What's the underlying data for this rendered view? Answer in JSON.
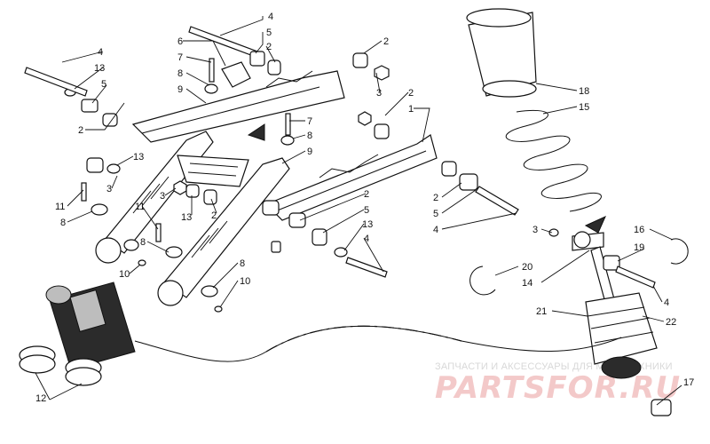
{
  "watermark": {
    "subtitle": "ЗАПЧАСТИ И АКСЕССУАРЫ ДЛЯ МОТОТЕХНИКИ",
    "brand": "PARTSFOR.RU"
  },
  "callouts": [
    {
      "id": "c-4-top",
      "text": "4"
    },
    {
      "id": "c-5-top",
      "text": "5"
    },
    {
      "id": "c-6",
      "text": "6"
    },
    {
      "id": "c-2-top",
      "text": "2"
    },
    {
      "id": "c-7-top",
      "text": "7"
    },
    {
      "id": "c-8-top",
      "text": "8"
    },
    {
      "id": "c-9-top",
      "text": "9"
    },
    {
      "id": "c-2-top-right",
      "text": "2"
    },
    {
      "id": "c-3-top",
      "text": "3"
    },
    {
      "id": "c-2-mid-right",
      "text": "2"
    },
    {
      "id": "c-1",
      "text": "1"
    },
    {
      "id": "c-4-left",
      "text": "4"
    },
    {
      "id": "c-13-left",
      "text": "13"
    },
    {
      "id": "c-5-left",
      "text": "5"
    },
    {
      "id": "c-2-left",
      "text": "2"
    },
    {
      "id": "c-13-left-lower",
      "text": "13"
    },
    {
      "id": "c-3-left",
      "text": "3"
    },
    {
      "id": "c-7-mid",
      "text": "7"
    },
    {
      "id": "c-8-mid",
      "text": "8"
    },
    {
      "id": "c-9-mid",
      "text": "9"
    },
    {
      "id": "c-3-center",
      "text": "3"
    },
    {
      "id": "c-13-center",
      "text": "13"
    },
    {
      "id": "c-2-center",
      "text": "2"
    },
    {
      "id": "c-11-left",
      "text": "11"
    },
    {
      "id": "c-8-left",
      "text": "8"
    },
    {
      "id": "c-11-center",
      "text": "11"
    },
    {
      "id": "c-8-center",
      "text": "8"
    },
    {
      "id": "c-10-left",
      "text": "10"
    },
    {
      "id": "c-8-lower",
      "text": "8"
    },
    {
      "id": "c-10-lower",
      "text": "10"
    },
    {
      "id": "c-2-lower",
      "text": "2"
    },
    {
      "id": "c-5-lower",
      "text": "5"
    },
    {
      "id": "c-13-lower",
      "text": "13"
    },
    {
      "id": "c-4-lower",
      "text": "4"
    },
    {
      "id": "c-2-right",
      "text": "2"
    },
    {
      "id": "c-5-right",
      "text": "5"
    },
    {
      "id": "c-4-right",
      "text": "4"
    },
    {
      "id": "c-18",
      "text": "18"
    },
    {
      "id": "c-15",
      "text": "15"
    },
    {
      "id": "c-16",
      "text": "16"
    },
    {
      "id": "c-19",
      "text": "19"
    },
    {
      "id": "c-3-shock",
      "text": "3"
    },
    {
      "id": "c-20",
      "text": "20"
    },
    {
      "id": "c-14",
      "text": "14"
    },
    {
      "id": "c-4-shock",
      "text": "4"
    },
    {
      "id": "c-21",
      "text": "21"
    },
    {
      "id": "c-22",
      "text": "22"
    },
    {
      "id": "c-17",
      "text": "17"
    },
    {
      "id": "c-12",
      "text": "12"
    }
  ]
}
